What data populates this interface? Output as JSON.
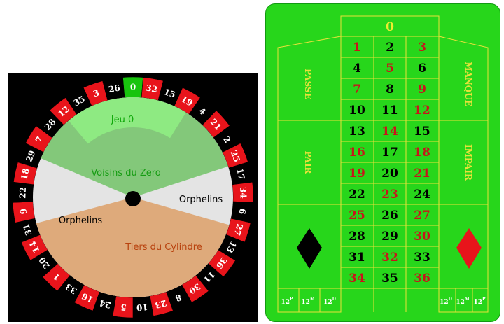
{
  "wheel": {
    "sequence": [
      "0",
      "32",
      "15",
      "19",
      "4",
      "21",
      "2",
      "25",
      "17",
      "34",
      "6",
      "27",
      "13",
      "36",
      "11",
      "30",
      "8",
      "23",
      "10",
      "5",
      "24",
      "16",
      "33",
      "1",
      "20",
      "14",
      "31",
      "9",
      "22",
      "18",
      "29",
      "7",
      "28",
      "12",
      "35",
      "3",
      "26"
    ],
    "colors": {
      "zero": "#18c40e",
      "red": "#e8141b",
      "black": "#000000",
      "number_text": "#ffffff"
    },
    "sectors": {
      "jeu0": "Jeu 0",
      "voisins": "Voisins du Zero",
      "orphelins_right": "Orphelins",
      "orphelins_left": "Orphelins",
      "tiers": "Tiers du Cylindre"
    },
    "sector_colors": {
      "jeu0": "#8eea82",
      "voisins": "#83c87a",
      "orphelins": "#e4e4e4",
      "tiers": "#deaa7b",
      "voisins_text": "#159c12",
      "jeu0_text": "#0fa80a",
      "tiers_text": "#b8420e",
      "orphelins_text": "#000000"
    }
  },
  "table": {
    "zero": "0",
    "rows": [
      [
        "1",
        "2",
        "3"
      ],
      [
        "4",
        "5",
        "6"
      ],
      [
        "7",
        "8",
        "9"
      ],
      [
        "10",
        "11",
        "12"
      ],
      [
        "13",
        "14",
        "15"
      ],
      [
        "16",
        "17",
        "18"
      ],
      [
        "19",
        "20",
        "21"
      ],
      [
        "22",
        "23",
        "24"
      ],
      [
        "25",
        "26",
        "27"
      ],
      [
        "28",
        "29",
        "30"
      ],
      [
        "31",
        "32",
        "33"
      ],
      [
        "34",
        "35",
        "36"
      ]
    ],
    "red_numbers": [
      "1",
      "3",
      "5",
      "7",
      "9",
      "12",
      "14",
      "16",
      "18",
      "19",
      "21",
      "23",
      "25",
      "27",
      "30",
      "32",
      "34",
      "36"
    ],
    "left_labels": [
      "PASSE",
      "PAIR"
    ],
    "right_labels": [
      "MANQUE",
      "IMPAIR"
    ],
    "dozens_left": [
      {
        "base": "12",
        "sup": "P"
      },
      {
        "base": "12",
        "sup": "M"
      },
      {
        "base": "12",
        "sup": "D"
      }
    ],
    "dozens_right": [
      {
        "base": "12",
        "sup": "D"
      },
      {
        "base": "12",
        "sup": "M"
      },
      {
        "base": "12",
        "sup": "P"
      }
    ],
    "colors": {
      "felt": "#27d61b",
      "line": "#e8e23a",
      "zero_text": "#f0ec30",
      "red": "#c8141b",
      "black": "#000000",
      "diamond_red": "#e8141b",
      "diamond_black": "#000000"
    }
  }
}
